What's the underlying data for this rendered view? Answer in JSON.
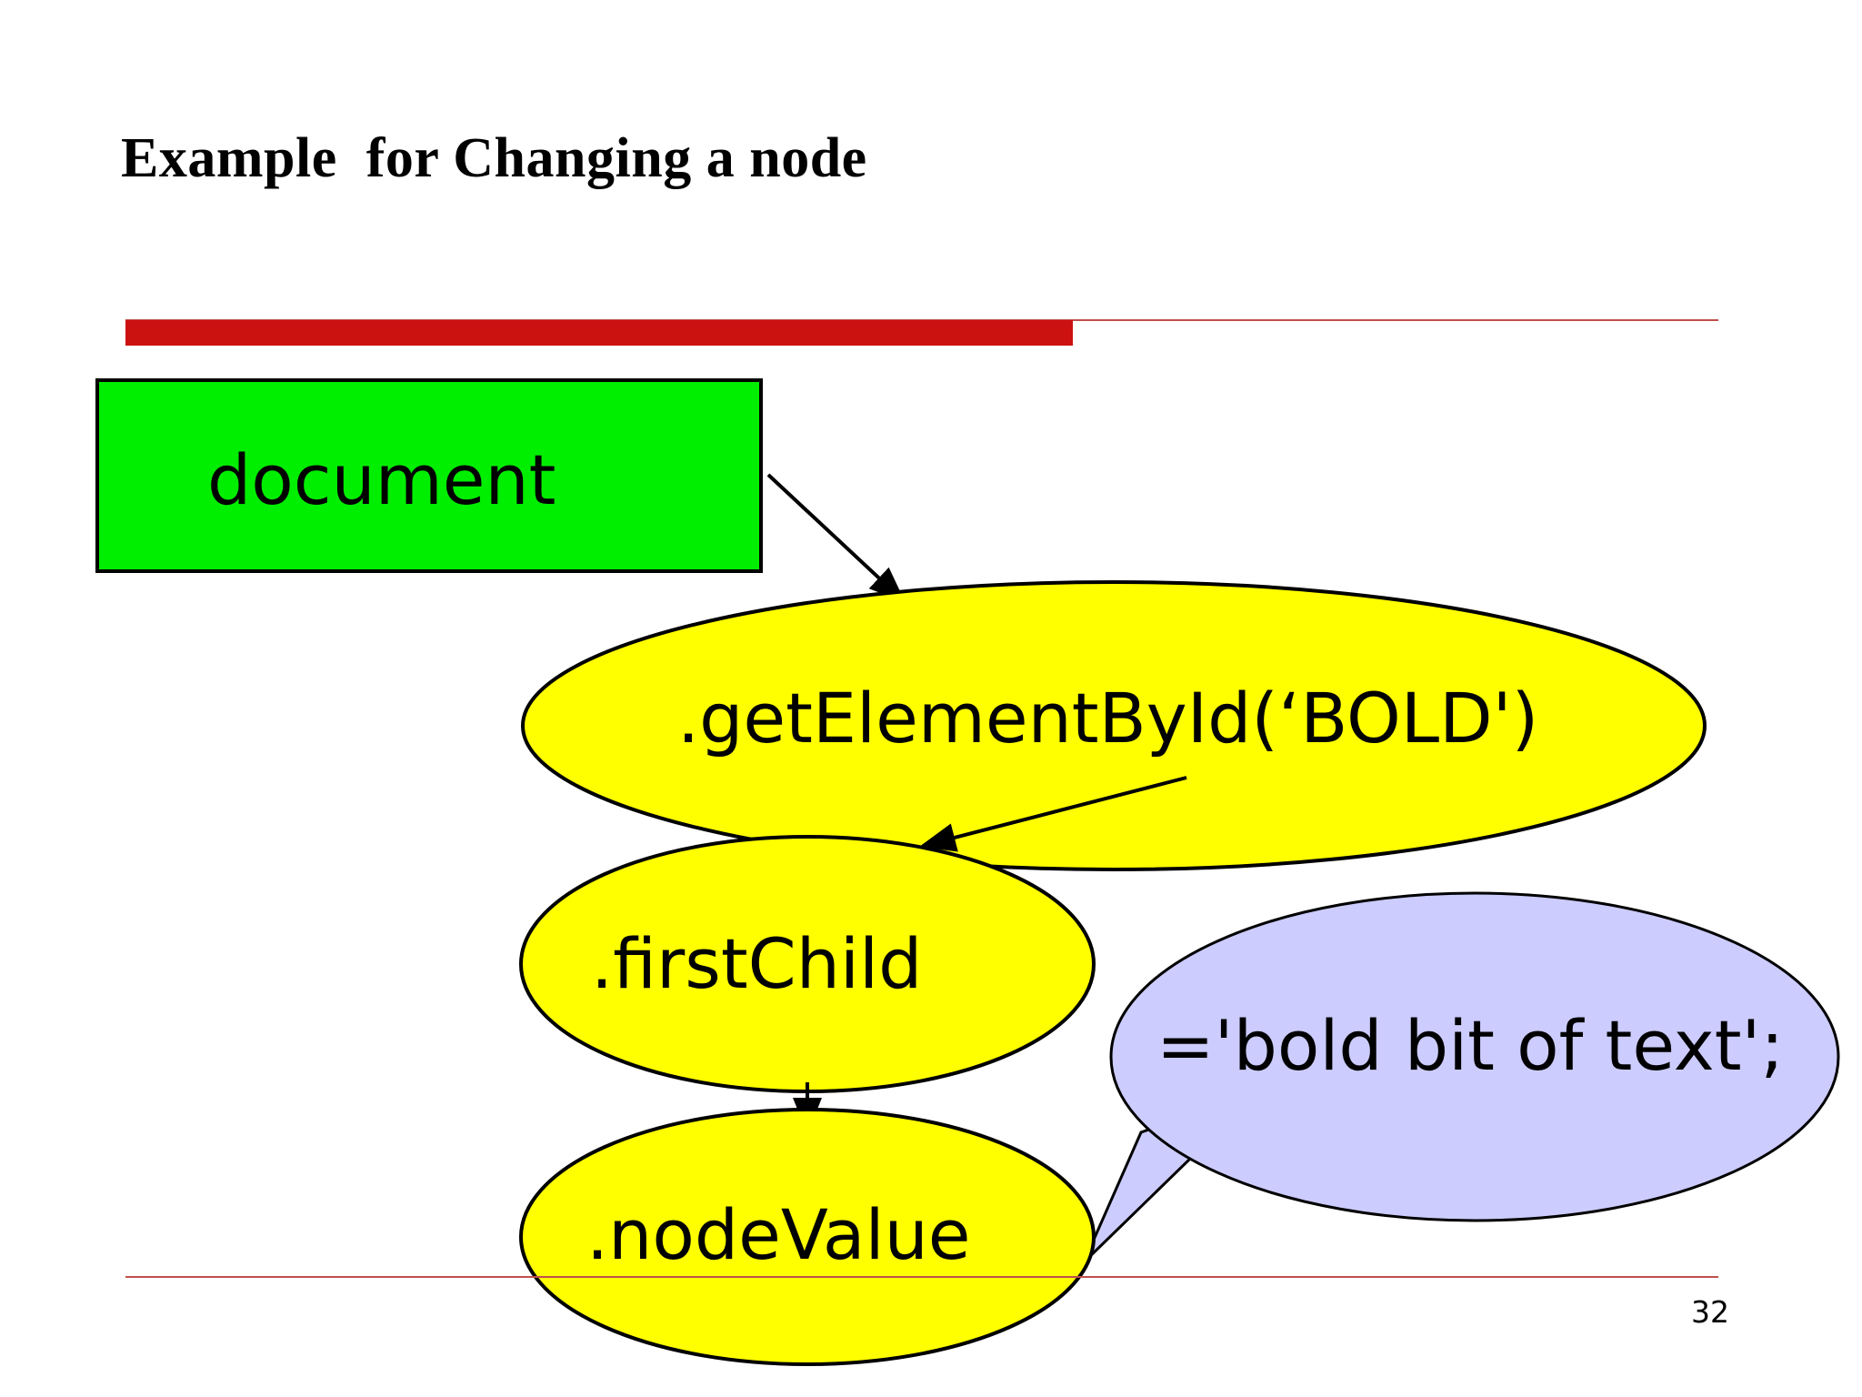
{
  "slide": {
    "title": "Example  for Changing a node",
    "page_number": "32",
    "background_color": "#ffffff"
  },
  "decor": {
    "thick_bar_color": "#cc1111",
    "thin_rule_color": "#c0504d"
  },
  "diagram": {
    "nodes": [
      {
        "id": "document",
        "kind": "rectangle",
        "label": "document",
        "fill_color": "#00ee00",
        "stroke_color": "#000000"
      },
      {
        "id": "get-element-by-id",
        "kind": "ellipse",
        "label": ".getElementById(‘BOLD')",
        "fill_color": "#ffff00",
        "stroke_color": "#000000"
      },
      {
        "id": "first-child",
        "kind": "ellipse",
        "label": ".firstChild",
        "fill_color": "#ffff00",
        "stroke_color": "#000000"
      },
      {
        "id": "node-value",
        "kind": "ellipse",
        "label": ".nodeValue",
        "fill_color": "#ffff00",
        "stroke_color": "#000000"
      },
      {
        "id": "assignment-callout",
        "kind": "speech-bubble",
        "label": "='bold bit of text';",
        "fill_color": "#ccccff",
        "stroke_color": "#000000"
      }
    ],
    "connectors": [
      {
        "id": "document-to-getelementbyid",
        "from": "document",
        "to": "get-element-by-id",
        "style": "arrow"
      },
      {
        "id": "getelementbyid-to-firstchild",
        "from": "get-element-by-id",
        "to": "first-child",
        "style": "arrow"
      },
      {
        "id": "firstchild-to-nodevalue",
        "from": "first-child",
        "to": "node-value",
        "style": "arrow"
      },
      {
        "id": "callout-to-nodevalue",
        "from": "assignment-callout",
        "to": "node-value",
        "style": "bubble-tail"
      }
    ]
  }
}
